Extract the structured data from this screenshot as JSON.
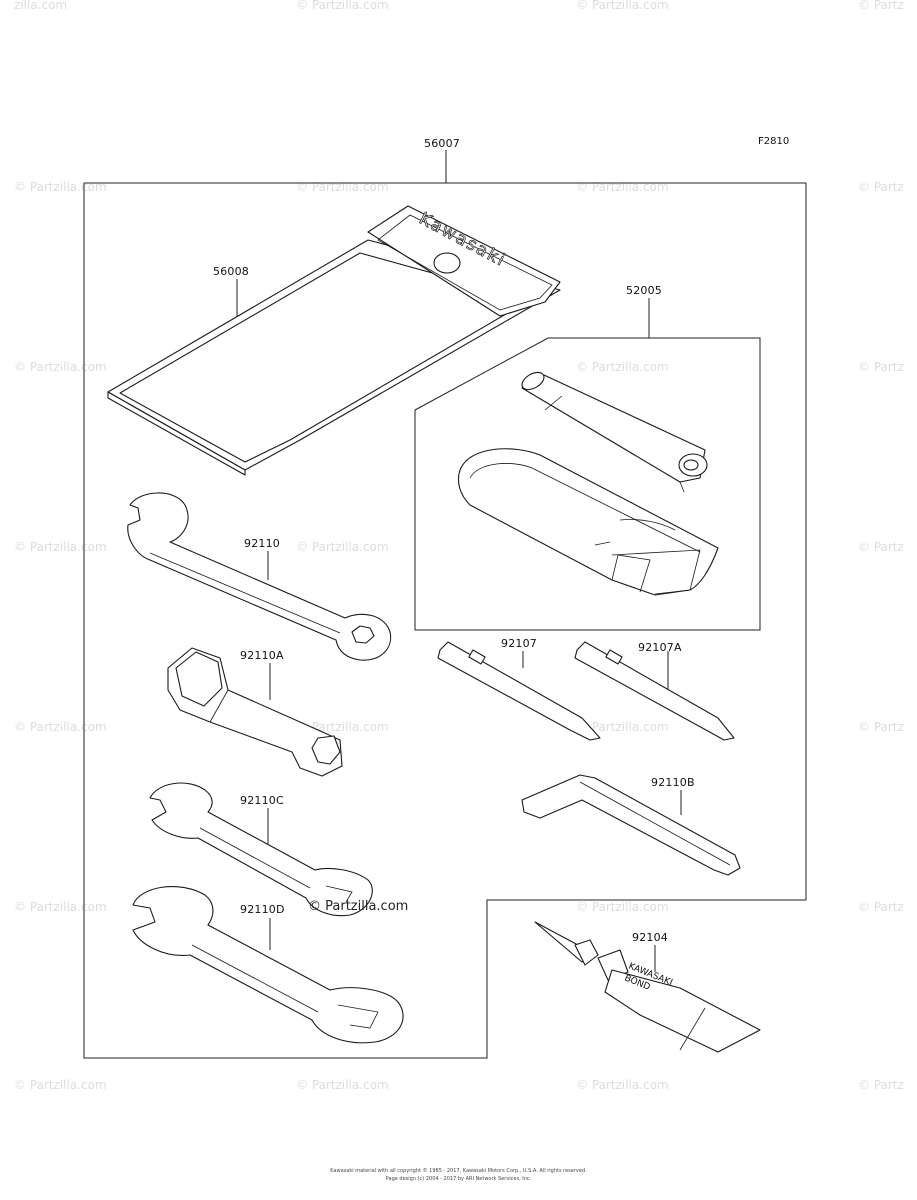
{
  "figure_code": "F2810",
  "watermark_text": "© Partzilla.com",
  "watermark_row_cut": "© Partz",
  "watermark_row_start": "zilla.com",
  "callouts": {
    "toolkit": "56007",
    "pouch": "56008",
    "plug_wrench_set": "52005",
    "spanner_92110": "92110",
    "box_wrench_92110a": "92110A",
    "screwdriver_92107": "92107",
    "screwdriver_92107a": "92107A",
    "hex_key_92110b": "92110B",
    "wrench_92110c": "92110C",
    "wrench_92110d": "92110D",
    "bond_92104": "92104"
  },
  "pouch_brand": "Kawasaki",
  "bond_label_line1": "KAWASAKI",
  "bond_label_line2": "BOND",
  "footer_line1": "Kawasaki material with all copyright © 1985 - 2017, Kawasaki Motors Corp., U.S.A. All rights reserved.",
  "footer_line2": "Page design (c) 2004 - 2017 by ARI Network Services, Inc."
}
